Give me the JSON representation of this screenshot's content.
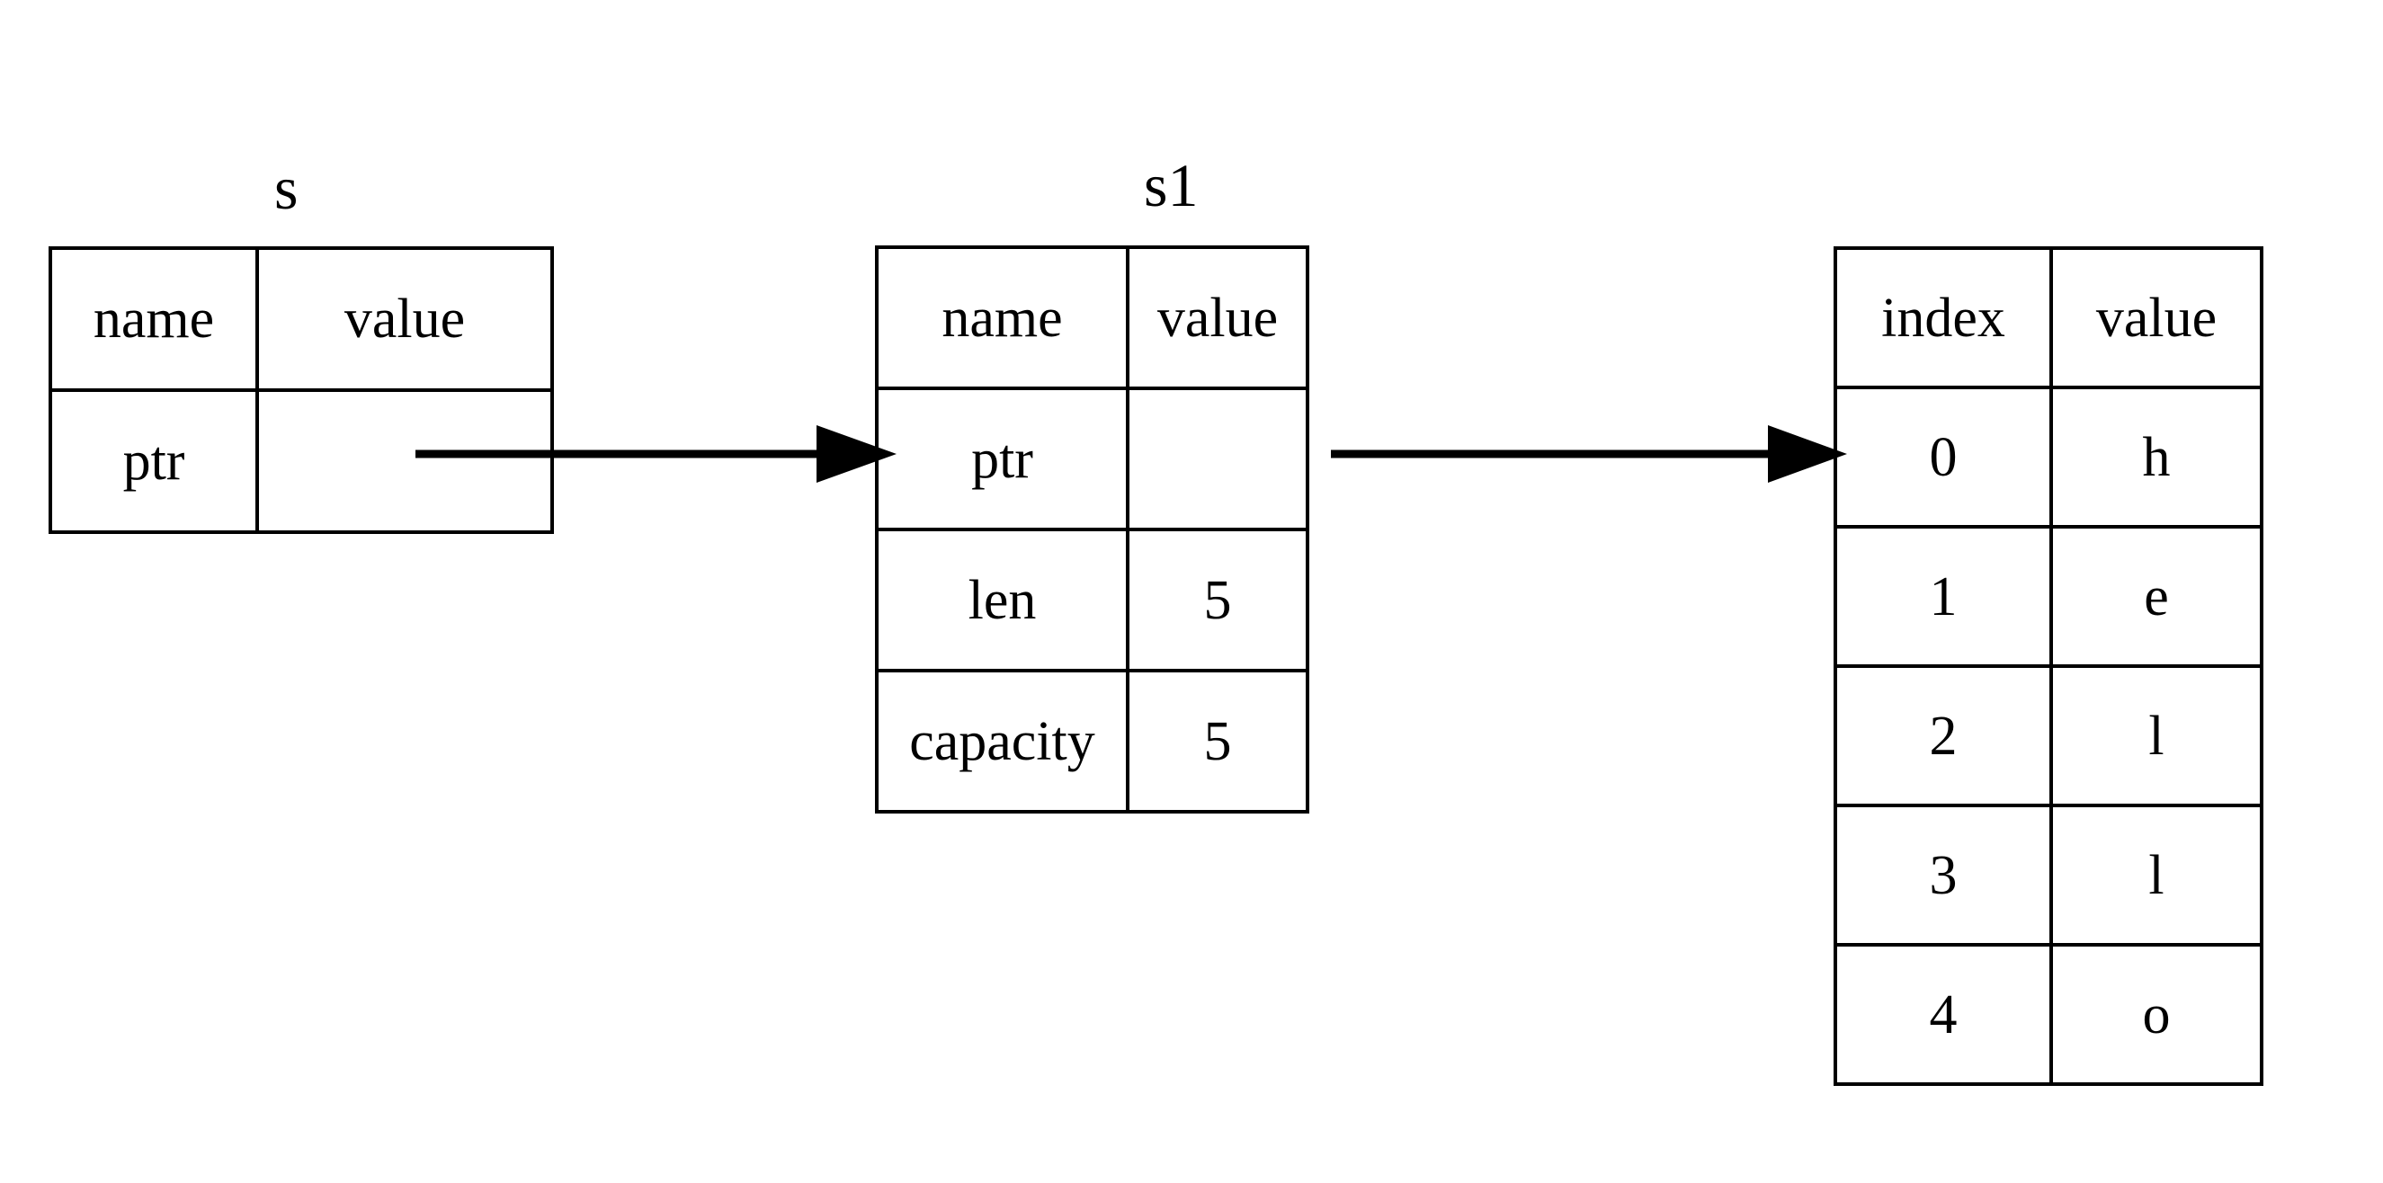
{
  "diagram": {
    "type": "memory-layout-diagram",
    "background_color": "#ffffff",
    "line_color": "#000000",
    "text_color": "#000000"
  },
  "nodes": {
    "s": {
      "caption": "s",
      "columns": [
        "name",
        "value"
      ],
      "rows": [
        {
          "name": "ptr",
          "value": ""
        }
      ]
    },
    "s1": {
      "caption": "s1",
      "columns": [
        "name",
        "value"
      ],
      "rows": [
        {
          "name": "ptr",
          "value": ""
        },
        {
          "name": "len",
          "value": "5"
        },
        {
          "name": "capacity",
          "value": "5"
        }
      ]
    },
    "heap": {
      "caption": "",
      "columns": [
        "index",
        "value"
      ],
      "rows": [
        {
          "index": "0",
          "value": "h"
        },
        {
          "index": "1",
          "value": "e"
        },
        {
          "index": "2",
          "value": "l"
        },
        {
          "index": "3",
          "value": "l"
        },
        {
          "index": "4",
          "value": "o"
        }
      ]
    }
  },
  "edges": [
    {
      "from": "s.ptr.value",
      "to": "s1",
      "label": ""
    },
    {
      "from": "s1.ptr.value",
      "to": "heap.row0",
      "label": ""
    }
  ]
}
